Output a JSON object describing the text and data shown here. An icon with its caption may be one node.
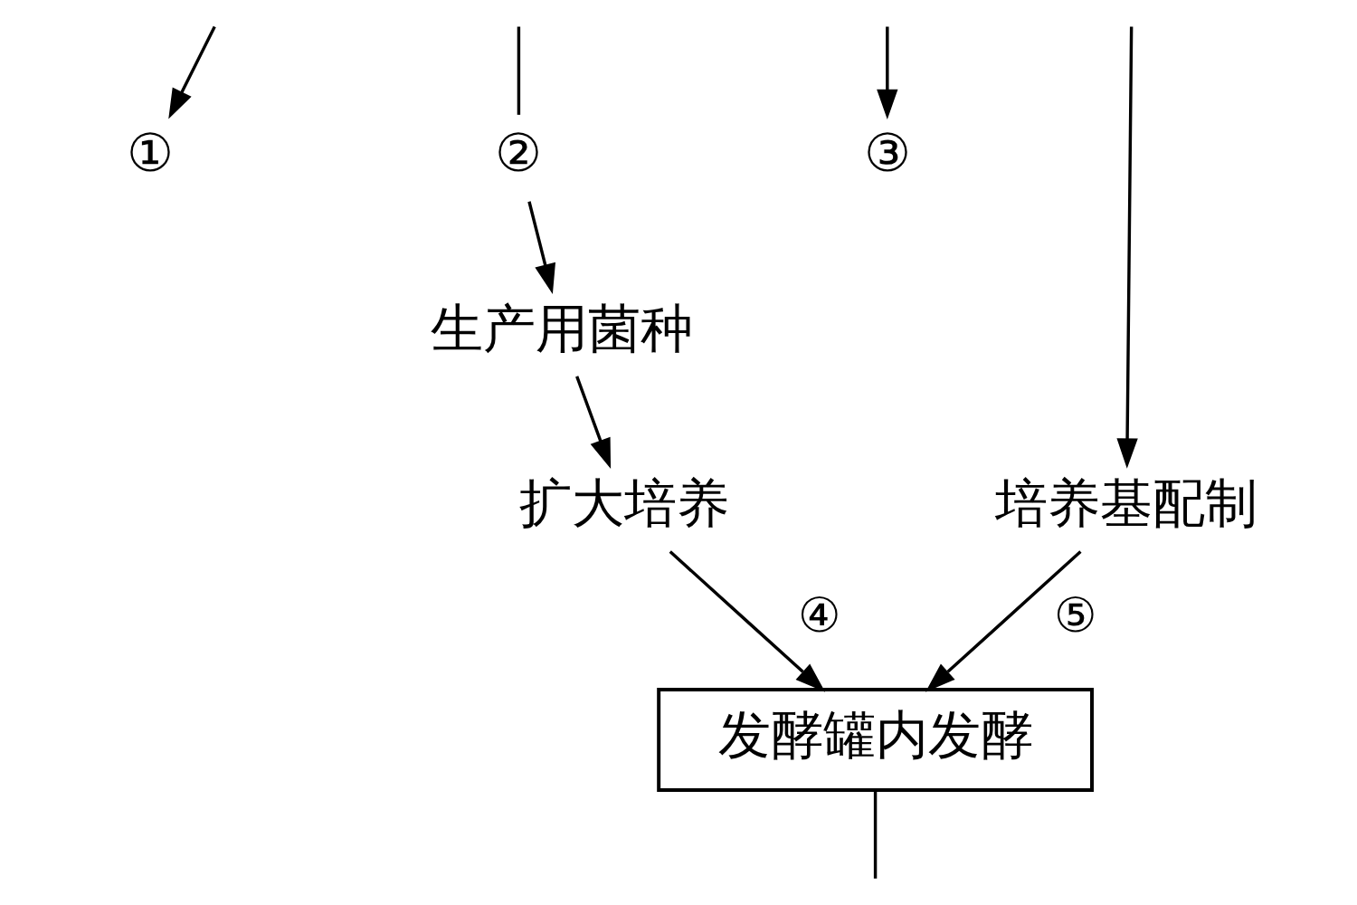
{
  "diagram": {
    "nodes": [
      {
        "text": [
          "①"
        ]
      },
      {
        "text": [
          "②"
        ]
      },
      {
        "text": [
          "③"
        ]
      },
      {
        "text": [
          "生产用菌种"
        ]
      },
      {
        "text": [
          "扩大培养"
        ]
      },
      {
        "text": [
          "培养基配制"
        ]
      },
      {
        "text": [
          "发酵罐内发酵"
        ]
      }
    ],
    "edges": [
      {
        "from": null,
        "to": 0,
        "arrow": "to"
      },
      {
        "from": null,
        "to": 1,
        "arrow": "none"
      },
      {
        "from": null,
        "to": 2,
        "arrow": "to"
      },
      {
        "from": 1,
        "to": 3,
        "arrow": "to"
      },
      {
        "from": 3,
        "to": 4,
        "arrow": "to"
      },
      {
        "from": null,
        "to": 5,
        "arrow": "to"
      },
      {
        "from": 4,
        "to": 6,
        "arrow": "to",
        "label": "④"
      },
      {
        "from": 5,
        "to": 6,
        "arrow": "to",
        "label": "⑤"
      },
      {
        "from": 6,
        "to": null,
        "arrow": "none"
      }
    ]
  }
}
